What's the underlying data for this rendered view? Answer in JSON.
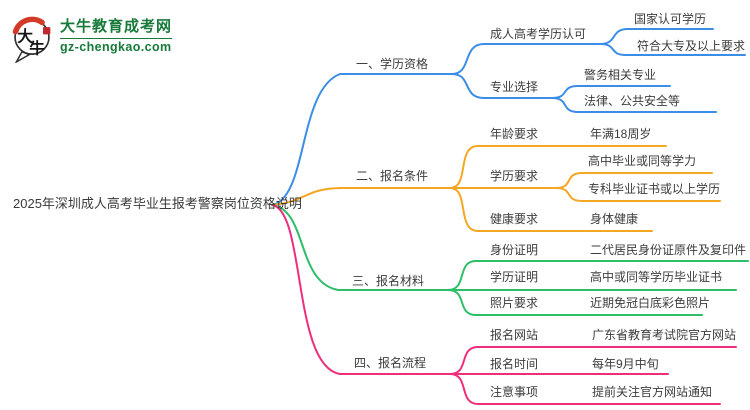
{
  "logo": {
    "site_name": "大牛教育成考网",
    "site_url": "gz-chengkao.com",
    "icon_char_1": "大",
    "icon_char_2": "牛"
  },
  "colors": {
    "branch_blue": "#3b8de5",
    "branch_orange": "#f5a623",
    "branch_green": "#2ebd68",
    "branch_pink": "#ee2e7b",
    "brand_green": "#17793a",
    "logo_red": "#d43a28",
    "text_dark": "#3c3c3c"
  },
  "root": {
    "label": "2025年深圳成人高考毕业生报考警察岗位资格说明"
  },
  "branches": [
    {
      "label": "一、学历资格",
      "children": [
        {
          "label": "成人高考学历认可",
          "children": [
            {
              "label": "国家认可学历"
            },
            {
              "label": "符合大专及以上要求"
            }
          ]
        },
        {
          "label": "专业选择",
          "children": [
            {
              "label": "警务相关专业"
            },
            {
              "label": "法律、公共安全等"
            }
          ]
        }
      ]
    },
    {
      "label": "二、报名条件",
      "children": [
        {
          "label": "年龄要求",
          "children": [
            {
              "label": "年满18周岁"
            }
          ]
        },
        {
          "label": "学历要求",
          "children": [
            {
              "label": "高中毕业或同等学力"
            },
            {
              "label": "专科毕业证书或以上学历"
            }
          ]
        },
        {
          "label": "健康要求",
          "children": [
            {
              "label": "身体健康"
            }
          ]
        }
      ]
    },
    {
      "label": "三、报名材料",
      "children": [
        {
          "label": "身份证明",
          "children": [
            {
              "label": "二代居民身份证原件及复印件"
            }
          ]
        },
        {
          "label": "学历证明",
          "children": [
            {
              "label": "高中或同等学历毕业证书"
            }
          ]
        },
        {
          "label": "照片要求",
          "children": [
            {
              "label": "近期免冠白底彩色照片"
            }
          ]
        }
      ]
    },
    {
      "label": "四、报名流程",
      "children": [
        {
          "label": "报名网站",
          "children": [
            {
              "label": "广东省教育考试院官方网站"
            }
          ]
        },
        {
          "label": "报名时间",
          "children": [
            {
              "label": "每年9月中旬"
            }
          ]
        },
        {
          "label": "注意事项",
          "children": [
            {
              "label": "提前关注官方网站通知"
            }
          ]
        }
      ]
    }
  ]
}
